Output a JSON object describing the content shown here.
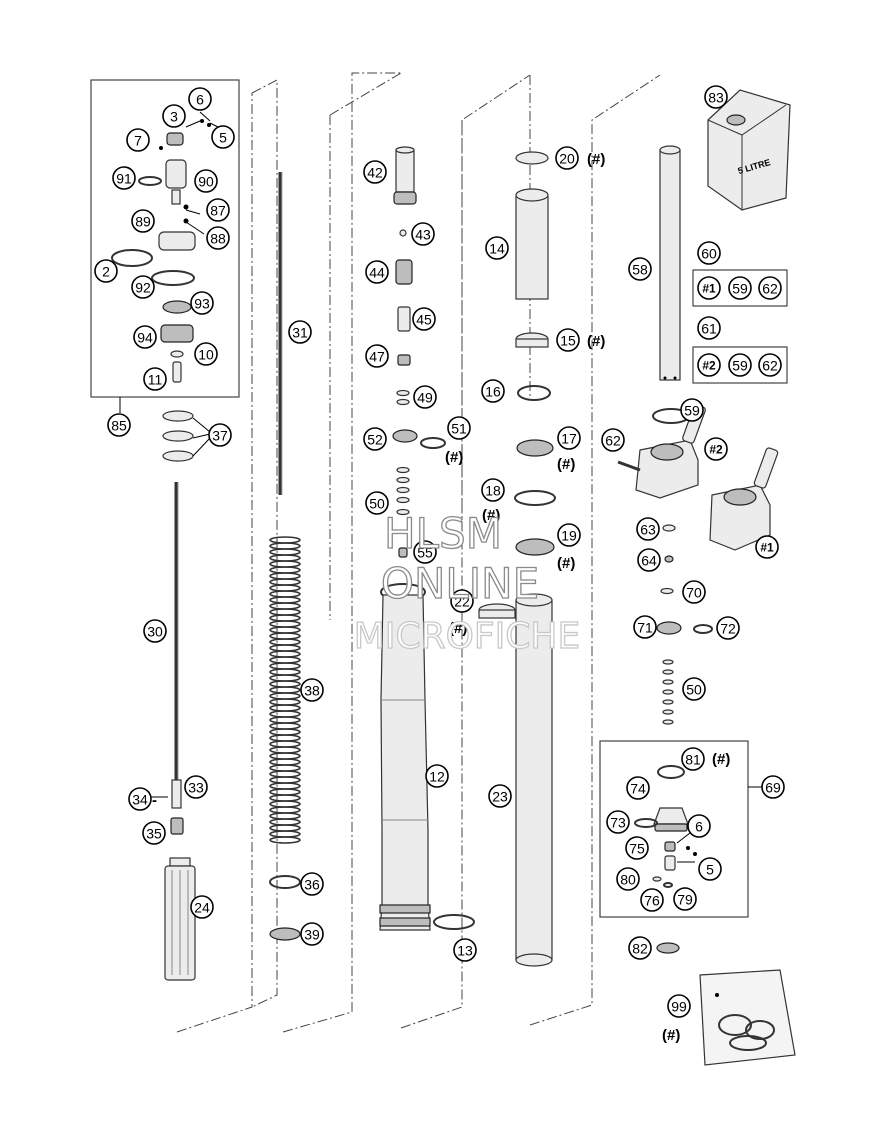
{
  "callouts": {
    "c2": "2",
    "c3": "3",
    "c5": "5",
    "c6": "6",
    "c7": "7",
    "c10": "10",
    "c11": "11",
    "c12": "12",
    "c13": "13",
    "c14": "14",
    "c15": "15",
    "c16": "16",
    "c17": "17",
    "c18": "18",
    "c19": "19",
    "c20": "20",
    "c22": "22",
    "c23": "23",
    "c24": "24",
    "c30": "30",
    "c31": "31",
    "c33": "33",
    "c34": "34",
    "c35": "35",
    "c36": "36",
    "c37": "37",
    "c38": "38",
    "c39": "39",
    "c42": "42",
    "c43": "43",
    "c44": "44",
    "c45": "45",
    "c47": "47",
    "c49": "49",
    "c50a": "50",
    "c50b": "50",
    "c51": "51",
    "c52": "52",
    "c55": "55",
    "c58": "58",
    "c59": "59",
    "c60": "60",
    "c61": "61",
    "c62": "62",
    "c63": "63",
    "c64": "64",
    "c69": "69",
    "c70": "70",
    "c71": "71",
    "c72": "72",
    "c73": "73",
    "c74": "74",
    "c75": "75",
    "c76": "76",
    "c79": "79",
    "c80": "80",
    "c81": "81",
    "c82": "82",
    "c83": "83",
    "c85": "85",
    "c87": "87",
    "c88": "88",
    "c89": "89",
    "c90": "90",
    "c91": "91",
    "c92": "92",
    "c93": "93",
    "c94": "94",
    "c99": "99",
    "c5b": "5",
    "c6b": "6",
    "k60_59": "59",
    "k60_62": "62",
    "k61_59": "59",
    "k61_62": "62",
    "k1": "#1",
    "k2": "#2",
    "clamp1": "#1",
    "clamp2": "#2"
  },
  "notes": {
    "hash": "(#)",
    "can_label": "5 LITRE"
  },
  "watermark": {
    "line1": "HLSM",
    "line2": "ONLINE",
    "line3": "MICROFICHE"
  }
}
